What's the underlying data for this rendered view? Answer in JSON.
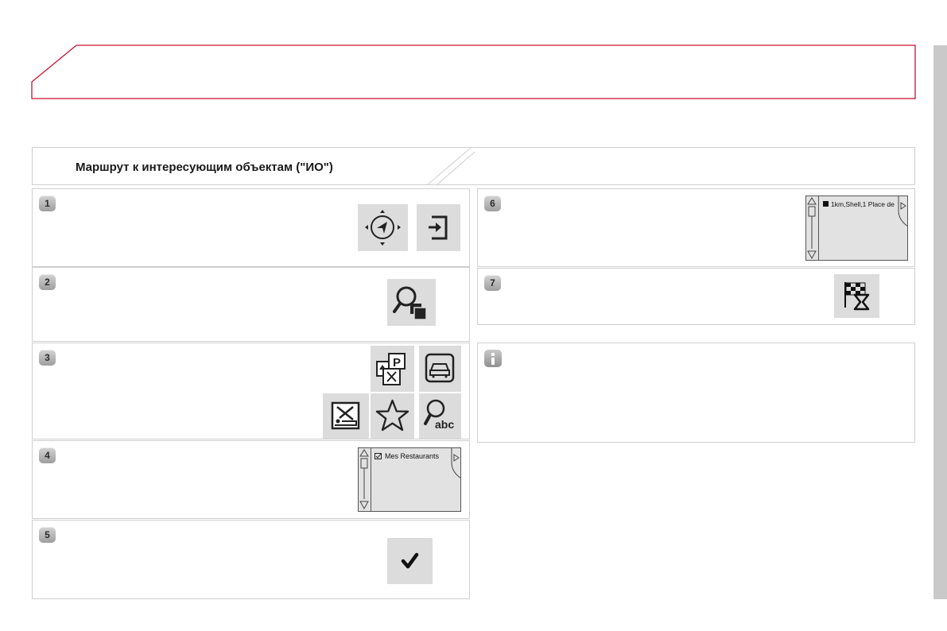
{
  "title": "Маршрут к интересующим объектам (\"ИО\")",
  "steps": [
    {
      "number": "1",
      "icons": [
        "joystick-navigation-icon",
        "enter-menu-icon"
      ]
    },
    {
      "number": "2",
      "icons": [
        "search-poi-icon"
      ]
    },
    {
      "number": "3",
      "icons": [
        "poi-categories-icon",
        "car-services-icon",
        "hotel-restaurant-icon",
        "favourites-star-icon",
        "search-by-name-icon"
      ]
    },
    {
      "number": "4",
      "icons": [
        "category-list-screen"
      ],
      "screen_text": "Mes Restaurants"
    },
    {
      "number": "5",
      "icons": [
        "confirm-check-icon"
      ]
    },
    {
      "number": "6",
      "icons": [
        "poi-result-list-screen"
      ],
      "screen_text": "1km,Shell,1 Place de"
    },
    {
      "number": "7",
      "icons": [
        "destination-flag-hourglass-icon"
      ]
    }
  ],
  "info": {
    "icon": "info-icon"
  },
  "colors": {
    "accent_red": "#c8102e",
    "tile_gray": "#dcdcdc",
    "border_gray": "#cfcfcf",
    "side_strip": "#c9c9c9"
  }
}
